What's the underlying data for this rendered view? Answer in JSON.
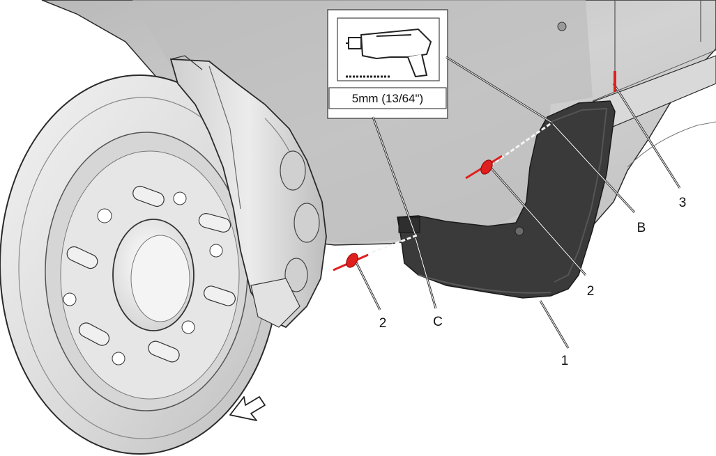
{
  "tool_callout": {
    "icon": "drill-icon",
    "spec_text": "5mm (13/64\")"
  },
  "callouts": {
    "item_1": "1",
    "item_2_lower": "2",
    "item_2_upper": "2",
    "item_3": "3",
    "point_b": "B",
    "point_c": "C"
  },
  "direction_indicator": {
    "icon": "forward-arrow-icon"
  },
  "colors": {
    "fastener_highlight": "#e0201e",
    "outline": "#2a2a2a",
    "body_panel": "#c4c4c4",
    "mudguard": "#3a3a3a"
  }
}
